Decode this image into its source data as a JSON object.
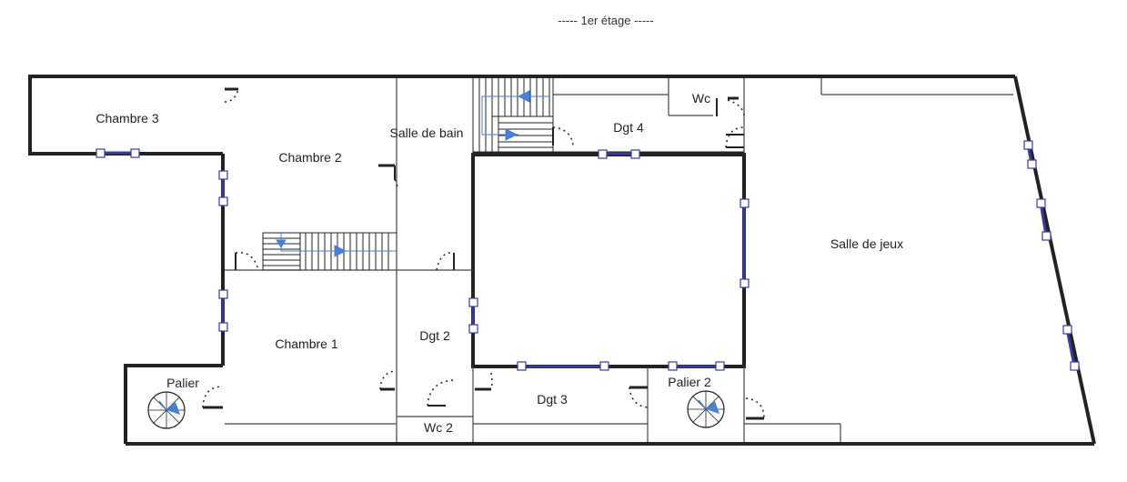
{
  "plan": {
    "title": "----- 1er étage -----",
    "rooms": {
      "chambre3": "Chambre 3",
      "chambre2": "Chambre 2",
      "salle_de_bain": "Salle de bain",
      "dgt4": "Dgt 4",
      "wc": "Wc",
      "salle_de_jeux": "Salle de jeux",
      "chambre1": "Chambre 1",
      "dgt2": "Dgt 2",
      "palier": "Palier",
      "dgt3": "Dgt 3",
      "palier2": "Palier 2",
      "wc2": "Wc 2"
    },
    "colors": {
      "wall": "#222222",
      "window": "#3b3b9e",
      "stair_arrow": "#4a7fd6",
      "thin_line": "#555555"
    }
  }
}
